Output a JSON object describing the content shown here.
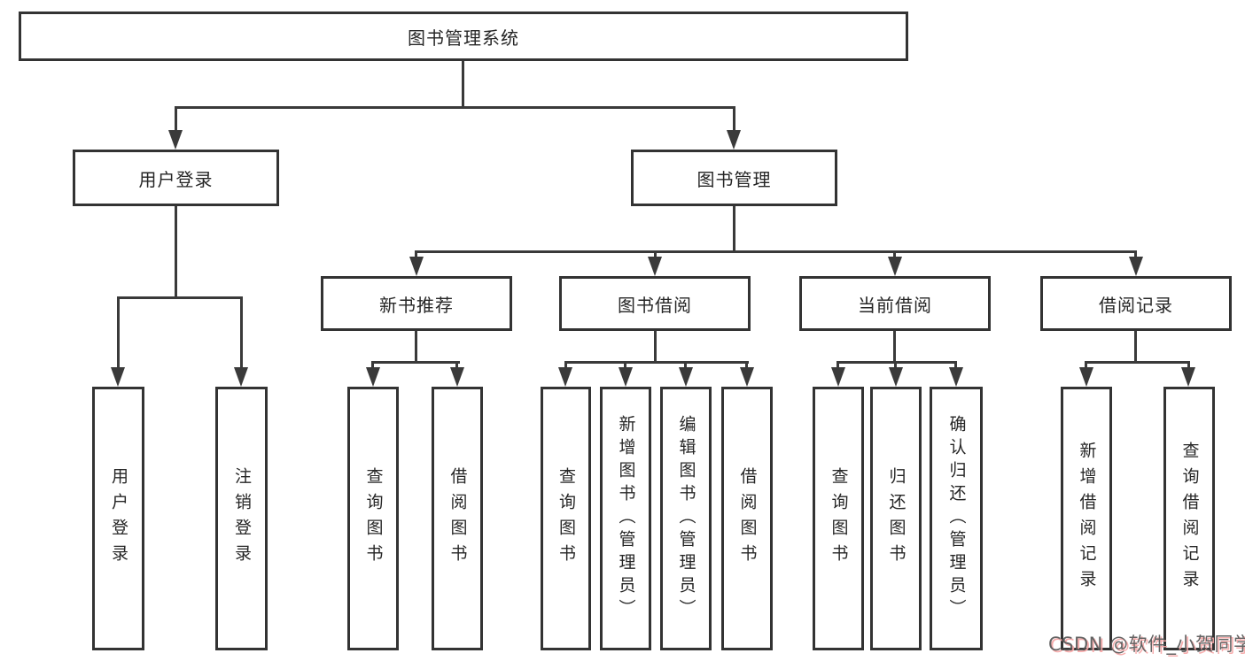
{
  "diagram": {
    "root": {
      "label": "图书管理系统"
    },
    "level1": [
      {
        "label": "用户登录"
      },
      {
        "label": "图书管理"
      }
    ],
    "level2": [
      {
        "label": "新书推荐"
      },
      {
        "label": "图书借阅"
      },
      {
        "label": "当前借阅"
      },
      {
        "label": "借阅记录"
      }
    ],
    "leaves": {
      "user": [
        {
          "label": "用户登录"
        },
        {
          "label": "注销登录"
        }
      ],
      "newbook": [
        {
          "label": "查询图书"
        },
        {
          "label": "借阅图书"
        }
      ],
      "borrow": [
        {
          "label": "查询图书"
        },
        {
          "label": "新增图书（管理员）"
        },
        {
          "label": "编辑图书（管理员）"
        },
        {
          "label": "借阅图书"
        }
      ],
      "current": [
        {
          "label": "查询图书"
        },
        {
          "label": "归还图书"
        },
        {
          "label": "确认归还（管理员）"
        }
      ],
      "records": [
        {
          "label": "新增借阅记录"
        },
        {
          "label": "查询借阅记录"
        }
      ]
    },
    "colors": {
      "line": "#3a3a3a",
      "box_border": "#333333",
      "background": "#ffffff",
      "watermark_text": "#565656",
      "watermark_shadow": "#f6a7a7"
    },
    "watermark": "CSDN @软件_小贺同学"
  }
}
